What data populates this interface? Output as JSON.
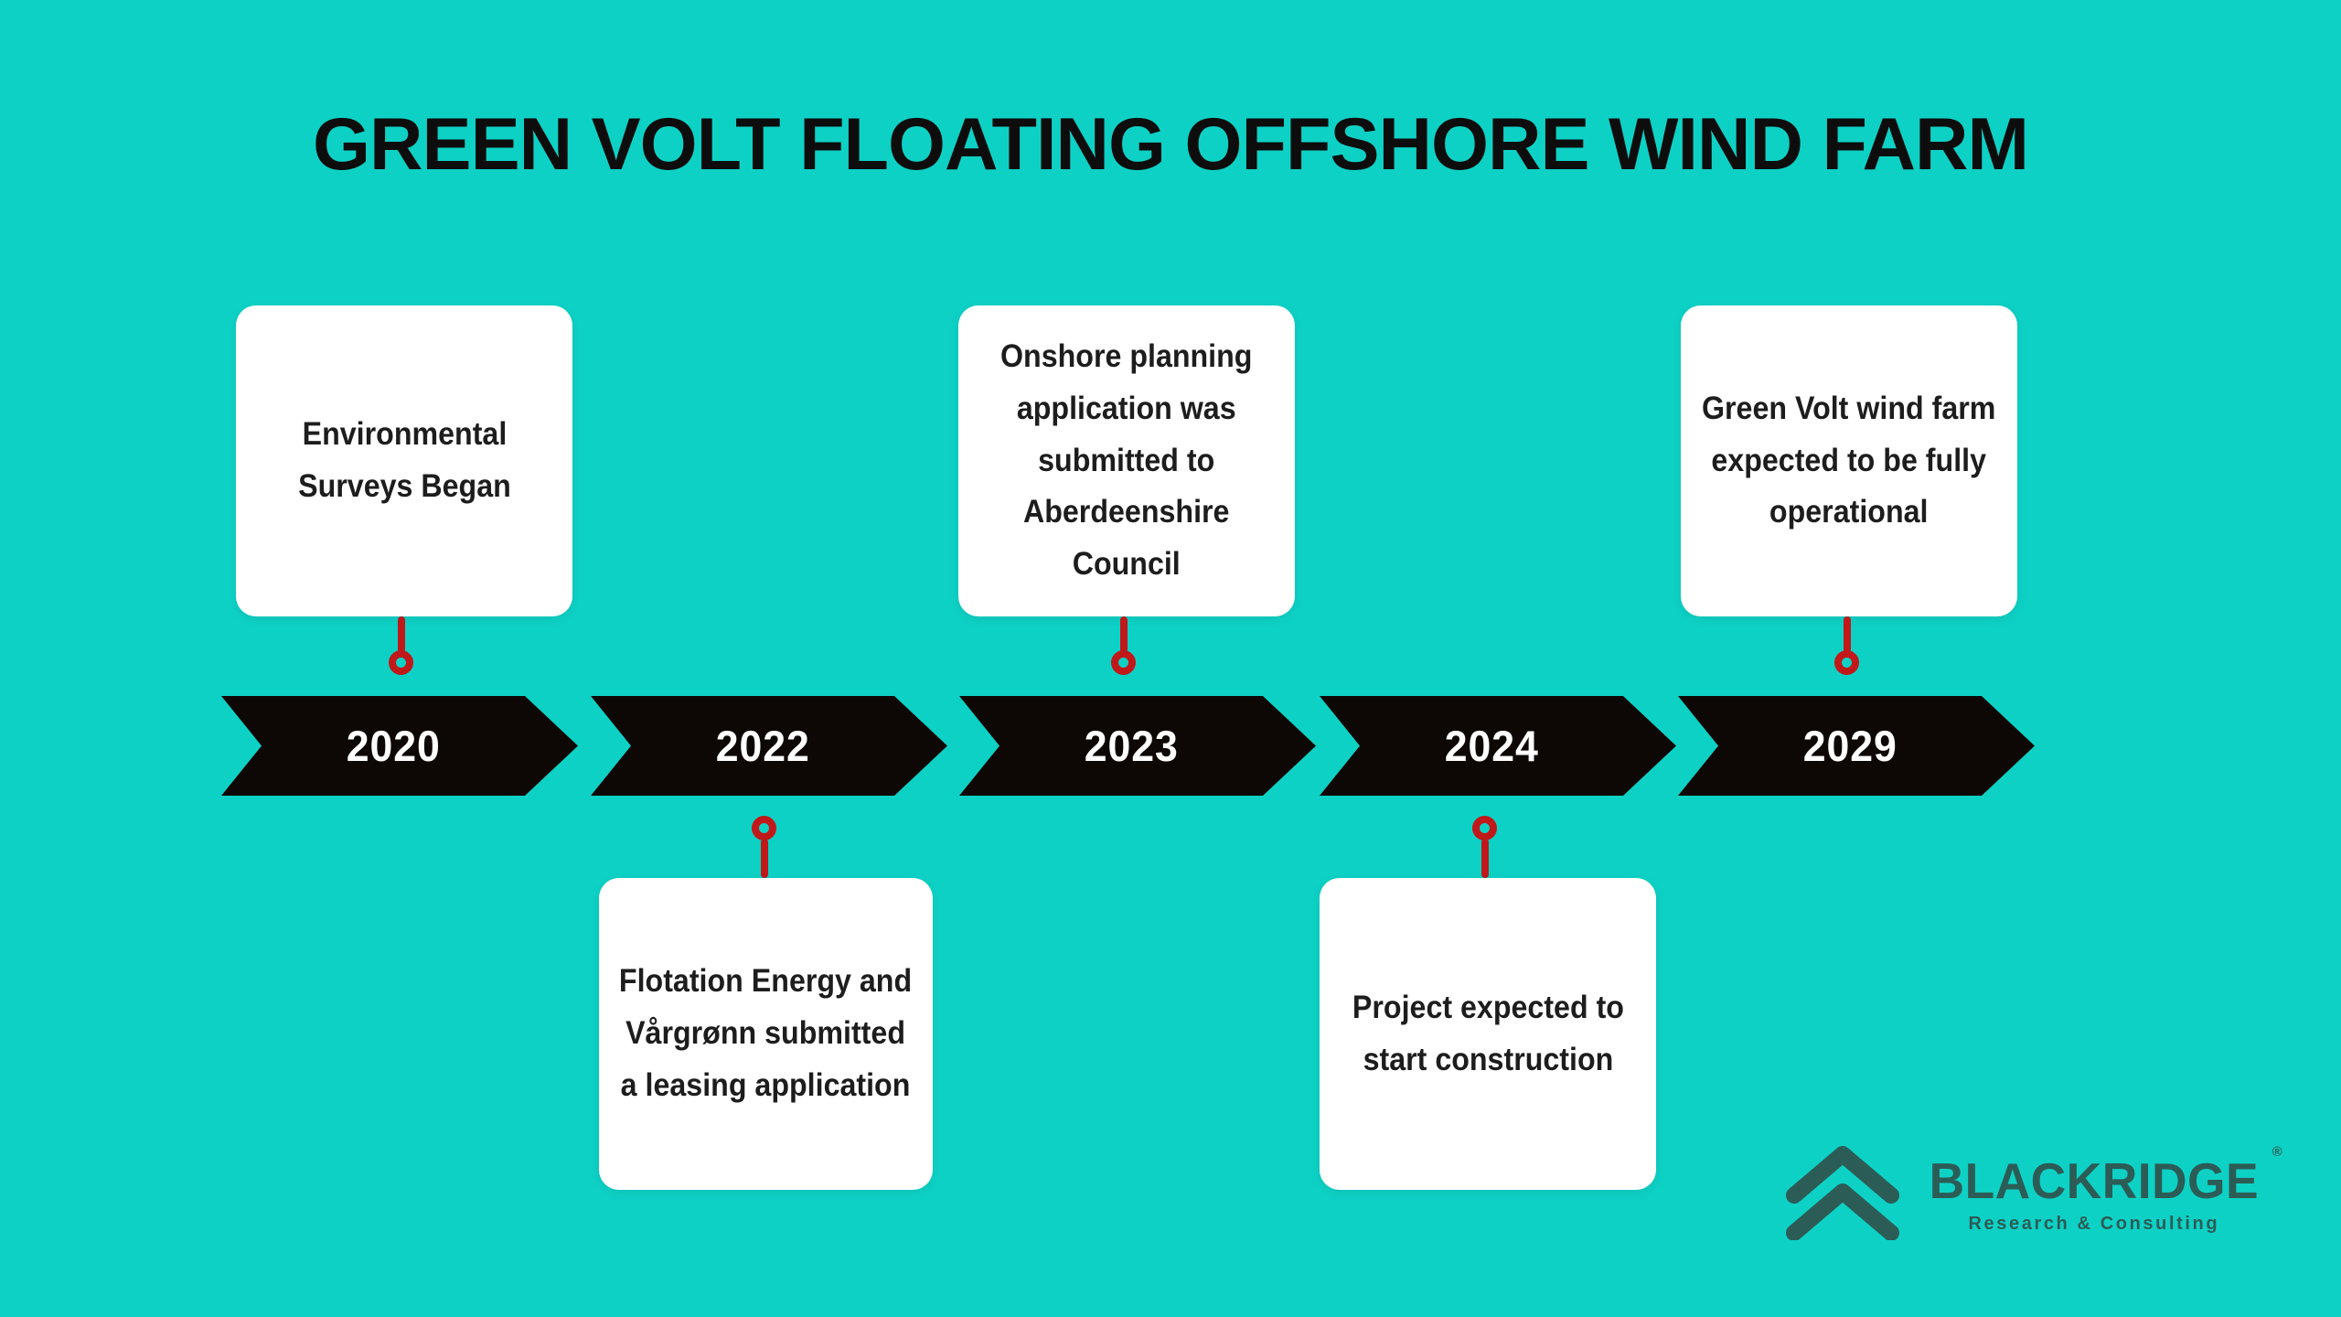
{
  "page": {
    "title": "GREEN VOLT FLOATING OFFSHORE WIND FARM"
  },
  "colors": {
    "background": "#0ed1c5",
    "arrow": "#0d0806",
    "card": "#ffffff",
    "connector_red": "#c1181a",
    "title_text": "#0d0d0d",
    "card_text": "#1d1d1d",
    "year_text": "#ffffff",
    "logo_teal": "#2c5c56"
  },
  "timeline": {
    "milestones": [
      {
        "year": "2020",
        "position": "above",
        "text": "Environmental\nSurveys Began"
      },
      {
        "year": "2022",
        "position": "below",
        "text": "Flotation Energy and\nVårgrønn submitted\na leasing application"
      },
      {
        "year": "2023",
        "position": "above",
        "text": "Onshore planning\napplication was\nsubmitted to\nAberdeenshire\nCouncil"
      },
      {
        "year": "2024",
        "position": "below",
        "text": "Project expected to\nstart construction"
      },
      {
        "year": "2029",
        "position": "above",
        "text": "Green Volt wind farm\nexpected to be fully\noperational"
      }
    ]
  },
  "logo": {
    "brand": "BLACKRIDGE",
    "tagline": "Research & Consulting",
    "registered_mark": "®",
    "icon": "double-chevron-up-icon"
  }
}
